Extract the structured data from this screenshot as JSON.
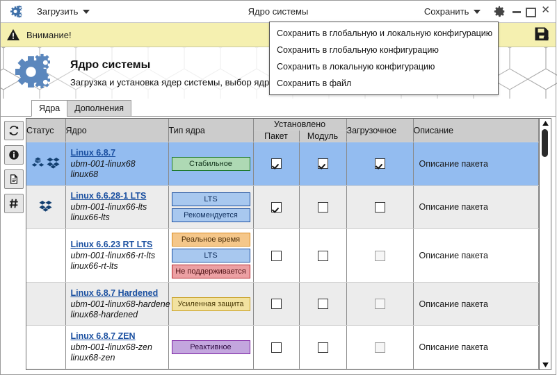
{
  "titlebar": {
    "logo_icon": "gears-icon",
    "load_menu_label": "Загрузить",
    "title": "Ядро системы",
    "save_menu_label": "Сохранить",
    "settings_icon": "gear-icon",
    "minimize_icon": "minimize-icon",
    "maximize_icon": "maximize-icon",
    "close_icon": "close-icon"
  },
  "save_menu": {
    "items": [
      {
        "label": "Сохранить в глобальную и локальную конфигурацию"
      },
      {
        "label": "Сохранить в глобальную конфигурацию"
      },
      {
        "label": "Сохранить в локальную конфигурацию"
      },
      {
        "label": "Сохранить в файл"
      }
    ]
  },
  "warning_bar": {
    "icon": "warning-triangle-icon",
    "text": "Внимание!",
    "save_icon": "floppy-save-icon",
    "bg_color": "#f5f0b0"
  },
  "banner": {
    "logo_icon": "gears-icon",
    "heading": "Ядро системы",
    "subheading": "Загрузка и установка ядер системы, выбор ядра для загрузки по умолчанию"
  },
  "tabs": [
    {
      "label": "Ядра",
      "active": true
    },
    {
      "label": "Дополнения",
      "active": false
    }
  ],
  "sidebar": {
    "buttons": [
      {
        "icon": "refresh-icon",
        "name": "refresh-button"
      },
      {
        "icon": "info-icon",
        "name": "info-button"
      },
      {
        "icon": "document-icon",
        "name": "document-button"
      },
      {
        "icon": "hash-icon",
        "name": "hash-button"
      }
    ]
  },
  "table": {
    "headers": {
      "status": "Статус",
      "kernel": "Ядро",
      "kernel_type": "Тип ядра",
      "installed_group": "Установлено",
      "installed_package": "Пакет",
      "installed_module": "Модуль",
      "bootable": "Загрузочное",
      "description": "Описание"
    },
    "rows": [
      {
        "selected": true,
        "status_icons": [
          "cubes-icon",
          "box-icon"
        ],
        "name": "Linux 6.8.7",
        "package": "ubm-001-linux68",
        "module": "linux68",
        "badges": [
          {
            "label": "Стабильное",
            "bg": "#aed9b4",
            "border": "#1f7a2e",
            "color": "#11321a"
          }
        ],
        "pkg_checked": true,
        "pkg_disabled": false,
        "mod_checked": true,
        "mod_disabled": false,
        "boot_checked": true,
        "boot_disabled": false,
        "description": "Описание пакета"
      },
      {
        "selected": false,
        "status_icons": [
          "box-icon"
        ],
        "name": "Linux 6.6.28-1 LTS",
        "package": "ubm-001-linux66-lts",
        "module": "linux66-lts",
        "badges": [
          {
            "label": "LTS",
            "bg": "#a8c8ef",
            "border": "#1a4fa0",
            "color": "#11305e"
          },
          {
            "label": "Рекомендуется",
            "bg": "#a8c8ef",
            "border": "#1a4fa0",
            "color": "#11305e"
          }
        ],
        "pkg_checked": true,
        "pkg_disabled": false,
        "mod_checked": false,
        "mod_disabled": false,
        "boot_checked": false,
        "boot_disabled": false,
        "description": "Описание пакета"
      },
      {
        "selected": false,
        "status_icons": [],
        "name": "Linux 6.6.23 RT LTS",
        "package": "ubm-001-linux66-rt-lts",
        "module": "linux66-rt-lts",
        "badges": [
          {
            "label": "Реальное время",
            "bg": "#f5c78a",
            "border": "#d98b1e",
            "color": "#4a2d07"
          },
          {
            "label": "LTS",
            "bg": "#a8c8ef",
            "border": "#1a4fa0",
            "color": "#11305e"
          },
          {
            "label": "Не поддерживается",
            "bg": "#eca0a3",
            "border": "#b7262c",
            "color": "#4d0f12"
          }
        ],
        "pkg_checked": false,
        "pkg_disabled": false,
        "mod_checked": false,
        "mod_disabled": false,
        "boot_checked": false,
        "boot_disabled": true,
        "description": "Описание пакета"
      },
      {
        "selected": false,
        "status_icons": [],
        "name": "Linux 6.8.7 Hardened",
        "package": "ubm-001-linux68-hardene",
        "module": "linux68-hardened",
        "badges": [
          {
            "label": "Усиленная защита",
            "bg": "#f2e2a0",
            "border": "#c9a227",
            "color": "#4a3a07"
          }
        ],
        "pkg_checked": false,
        "pkg_disabled": false,
        "mod_checked": false,
        "mod_disabled": false,
        "boot_checked": false,
        "boot_disabled": true,
        "description": "Описание пакета"
      },
      {
        "selected": false,
        "status_icons": [],
        "name": "Linux 6.8.7 ZEN",
        "package": "ubm-001-linux68-zen",
        "module": "linux68-zen",
        "badges": [
          {
            "label": "Реактивное",
            "bg": "#c3a6de",
            "border": "#7b1fa2",
            "color": "#2e0a42"
          }
        ],
        "pkg_checked": false,
        "pkg_disabled": false,
        "mod_checked": false,
        "mod_disabled": false,
        "boot_checked": false,
        "boot_disabled": true,
        "description": "Описание пакета"
      }
    ]
  },
  "scrollbar": {
    "up_icon": "scroll-up-icon",
    "down_icon": "scroll-down-icon"
  },
  "colors": {
    "selection": "#93bcf0",
    "header_bg": "#cccccc",
    "link": "#1a4fa0",
    "warning_bg": "#f5f0b0"
  }
}
